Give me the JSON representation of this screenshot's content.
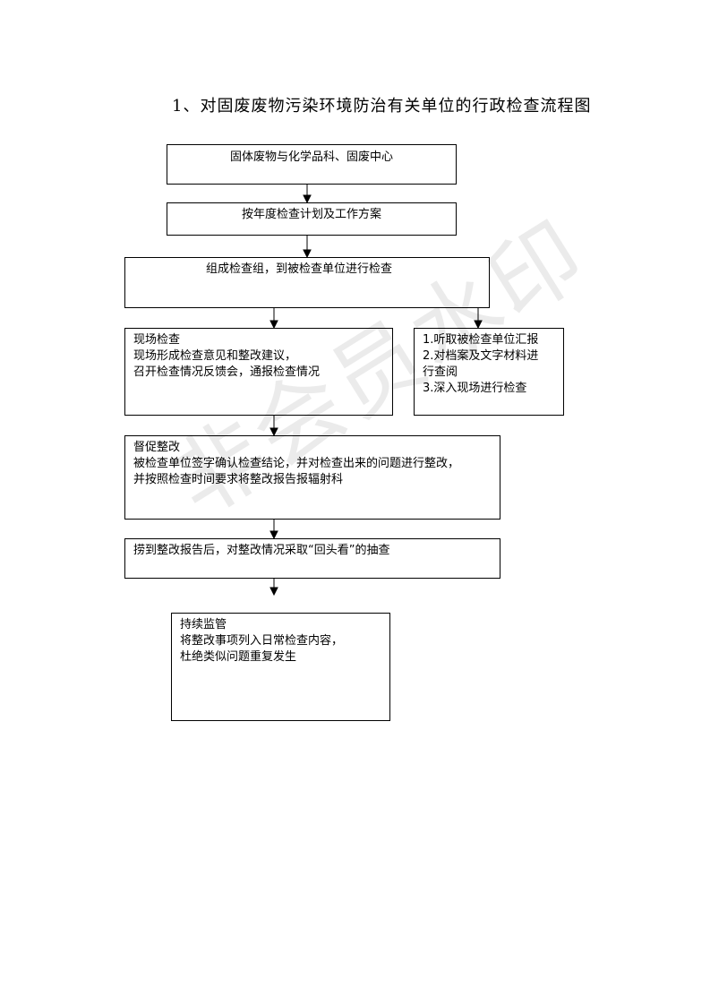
{
  "title": "1、对固废废物污染环境防治有关单位的行政检查流程图",
  "boxes": {
    "b1": {
      "lines": [
        "固体废物与化学品科、固废中心"
      ]
    },
    "b2": {
      "lines": [
        "按年度检查计划及工作方案"
      ]
    },
    "b3": {
      "lines": [
        "组成检查组，到被检查单位进行检查"
      ]
    },
    "b4": {
      "lines": [
        "现场检查",
        "现场形成检查意见和整改建议，",
        "召开检查情况反馈会，通报检查情况"
      ]
    },
    "b5": {
      "lines": [
        "1.听取被检查单位汇报",
        "2.对档案及文字材料进",
        "行查阅",
        "3.深入现场进行检查"
      ]
    },
    "b6": {
      "lines": [
        "督促整改",
        "被检查单位签字确认检查结论，并对检查出来的问题进行整改，",
        "并按照检查时间要求将整改报告报辐射科"
      ]
    },
    "b7": {
      "lines": [
        "捞到整改报告后，对整改情况采取“回头看”的抽查"
      ]
    },
    "b8": {
      "lines": [
        "持续监管",
        "将整改事项列入日常检查内容，",
        "杜绝类似问题重复发生"
      ]
    }
  },
  "watermark": "非会员水印"
}
